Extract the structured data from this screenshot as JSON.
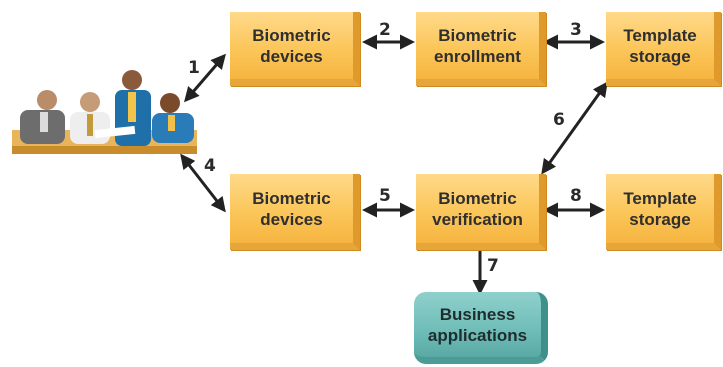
{
  "nodes": {
    "devices_top": "Biometric\ndevices",
    "enrollment": "Biometric\nenrollment",
    "storage_top": "Template\nstorage",
    "devices_bottom": "Biometric\ndevices",
    "verification": "Biometric\nverification",
    "storage_bottom": "Template\nstorage",
    "business": "Business\napplications"
  },
  "step_labels": {
    "s1": "1",
    "s2": "2",
    "s3": "3",
    "s4": "4",
    "s5": "5",
    "s6": "6",
    "s7": "7",
    "s8": "8"
  },
  "illustration": "people-at-desk-icon",
  "colors": {
    "process_box": "#fbc65a",
    "output_box": "#6fbdb8",
    "arrow": "#222222"
  }
}
